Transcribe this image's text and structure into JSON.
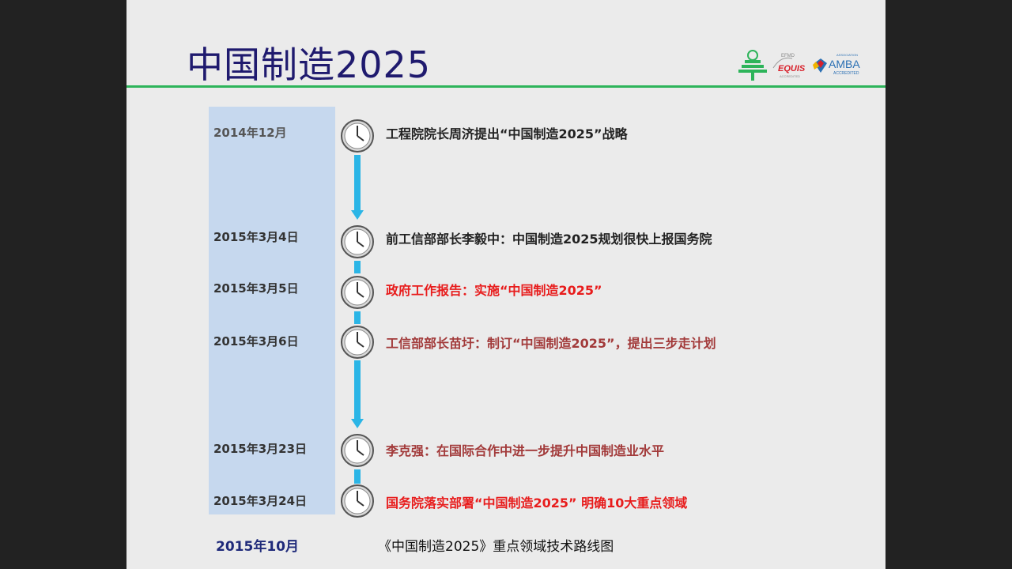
{
  "slide": {
    "title": "中国制造2025",
    "logos": {
      "efmd": "EFMD",
      "equis": "EQUIS",
      "equis_sub": "ACCREDITED",
      "amba": "AMBA",
      "amba_top": "ASSOCIATION",
      "amba_sub": "ACCREDITED",
      "colors": {
        "green": "#2db45a",
        "red": "#d81f2a",
        "blue": "#2a6fb3"
      }
    },
    "timeline": [
      {
        "date": "2014年12月",
        "text": "工程院院长周济提出“中国制造2025”战略",
        "color": "dark"
      },
      {
        "date": "2015年3月4日",
        "text": "前工信部部长李毅中：中国制造2025规划很快上报国务院",
        "color": "dark"
      },
      {
        "date": "2015年3月5日",
        "text": "政府工作报告：实施“中国制造2025”",
        "color": "red"
      },
      {
        "date": "2015年3月6日",
        "text": "工信部部长苗圩：制订“中国制造2025”，提出三步走计划",
        "color": "brown"
      },
      {
        "date": "2015年3月23日",
        "text": "李克强：在国际合作中进一步提升中国制造业水平",
        "color": "brown"
      },
      {
        "date": "2015年3月24日",
        "text": "国务院落实部署“中国制造2025” 明确10大重点领域",
        "color": "red"
      }
    ],
    "footer": {
      "date": "2015年10月",
      "text": "《中国制造2025》重点领域技术路线图"
    },
    "timeline_color": "#2bb5e6",
    "date_column_color": "#c6d8ee"
  }
}
